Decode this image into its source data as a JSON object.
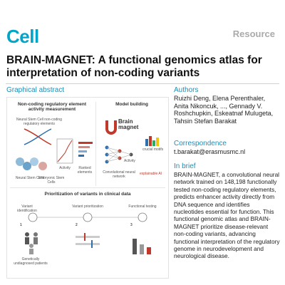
{
  "header": {
    "journal": "Cell",
    "article_type": "Resource"
  },
  "title": "BRAIN-MAGNET: A functional genomics atlas for interpretation of non-coding variants",
  "graphical_abstract": {
    "heading": "Graphical abstract",
    "panel1": {
      "title": "Non-coding regulatory element activity measurement",
      "stem_label": "Neural Stem Cell non-coding regulatory elements",
      "cell_labels": [
        "Neural Stem Cells",
        "Embryonic Stem Cells"
      ],
      "activity_label": "Activity",
      "ranked_label": "Ranked elements"
    },
    "panel2": {
      "title": "Model building",
      "logo_line1": "Brain",
      "logo_line2": "magnet",
      "motifs_label": "crucial motifs",
      "activity_label": "Activity",
      "cnn_label": "Convolutional neural network",
      "explain_label": "explainable AI"
    },
    "panel3": {
      "title": "Prioritization of variants in clinical data",
      "steps": [
        {
          "num": "1",
          "label": "Variant identification"
        },
        {
          "num": "2",
          "label": "Variant prioritization"
        },
        {
          "num": "3",
          "label": "Functional testing"
        }
      ],
      "patients_label": "Genetically undiagnosed patients"
    }
  },
  "authors": {
    "heading": "Authors",
    "text": "Ruizhi Deng, Elena Perenthaler, Anita Nikoncuk, ..., Gennady V. Roshchupkin, Eskeatnaf Mulugeta, Tahsin Stefan Barakat"
  },
  "correspondence": {
    "heading": "Correspondence",
    "email": "t.barakat@erasmusmc.nl"
  },
  "in_brief": {
    "heading": "In brief",
    "text": "BRAIN-MAGNET, a convolutional neural network trained on 148,198 functionally tested non-coding regulatory elements, predicts enhancer activity directly from DNA sequence and identifies nucleotides essential for function. This functional genomic atlas and BRAIN-MAGNET prioritize disease-relevant non-coding variants, advancing functional interpretation of the regulatory genome in neurodevelopment and neurological disease."
  },
  "colors": {
    "cell_logo": "#00a6c9",
    "section_heading": "#1b8fb7",
    "accent_red": "#c0392b",
    "accent_blue": "#2f6fad"
  }
}
